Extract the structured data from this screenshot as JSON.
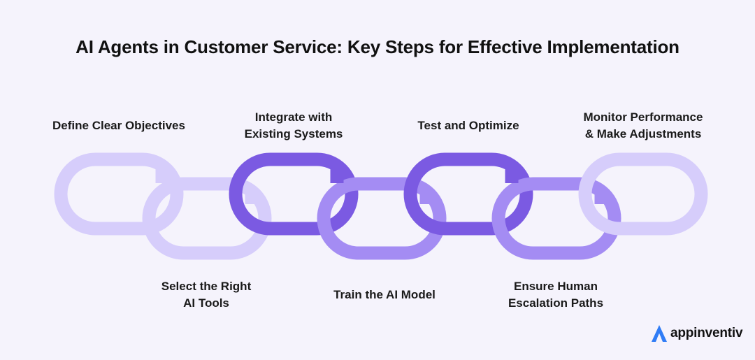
{
  "title": "AI Agents in Customer Service: Key Steps for Effective Implementation",
  "steps": {
    "s1": "Define Clear Objectives",
    "s2": "Select the Right\nAI Tools",
    "s3": "Integrate with\nExisting Systems",
    "s4": "Train the AI Model",
    "s5": "Test and Optimize",
    "s6": "Ensure Human\nEscalation Paths",
    "s7": "Monitor Performance\n& Make Adjustments"
  },
  "colors": {
    "light": "#d6cdfb",
    "medium": "#a48cf3",
    "dark": "#7b5ae2",
    "logo": "#2f7cf6"
  },
  "logo": {
    "icon": "appinventiv-logo-icon",
    "text": "appinventiv"
  }
}
